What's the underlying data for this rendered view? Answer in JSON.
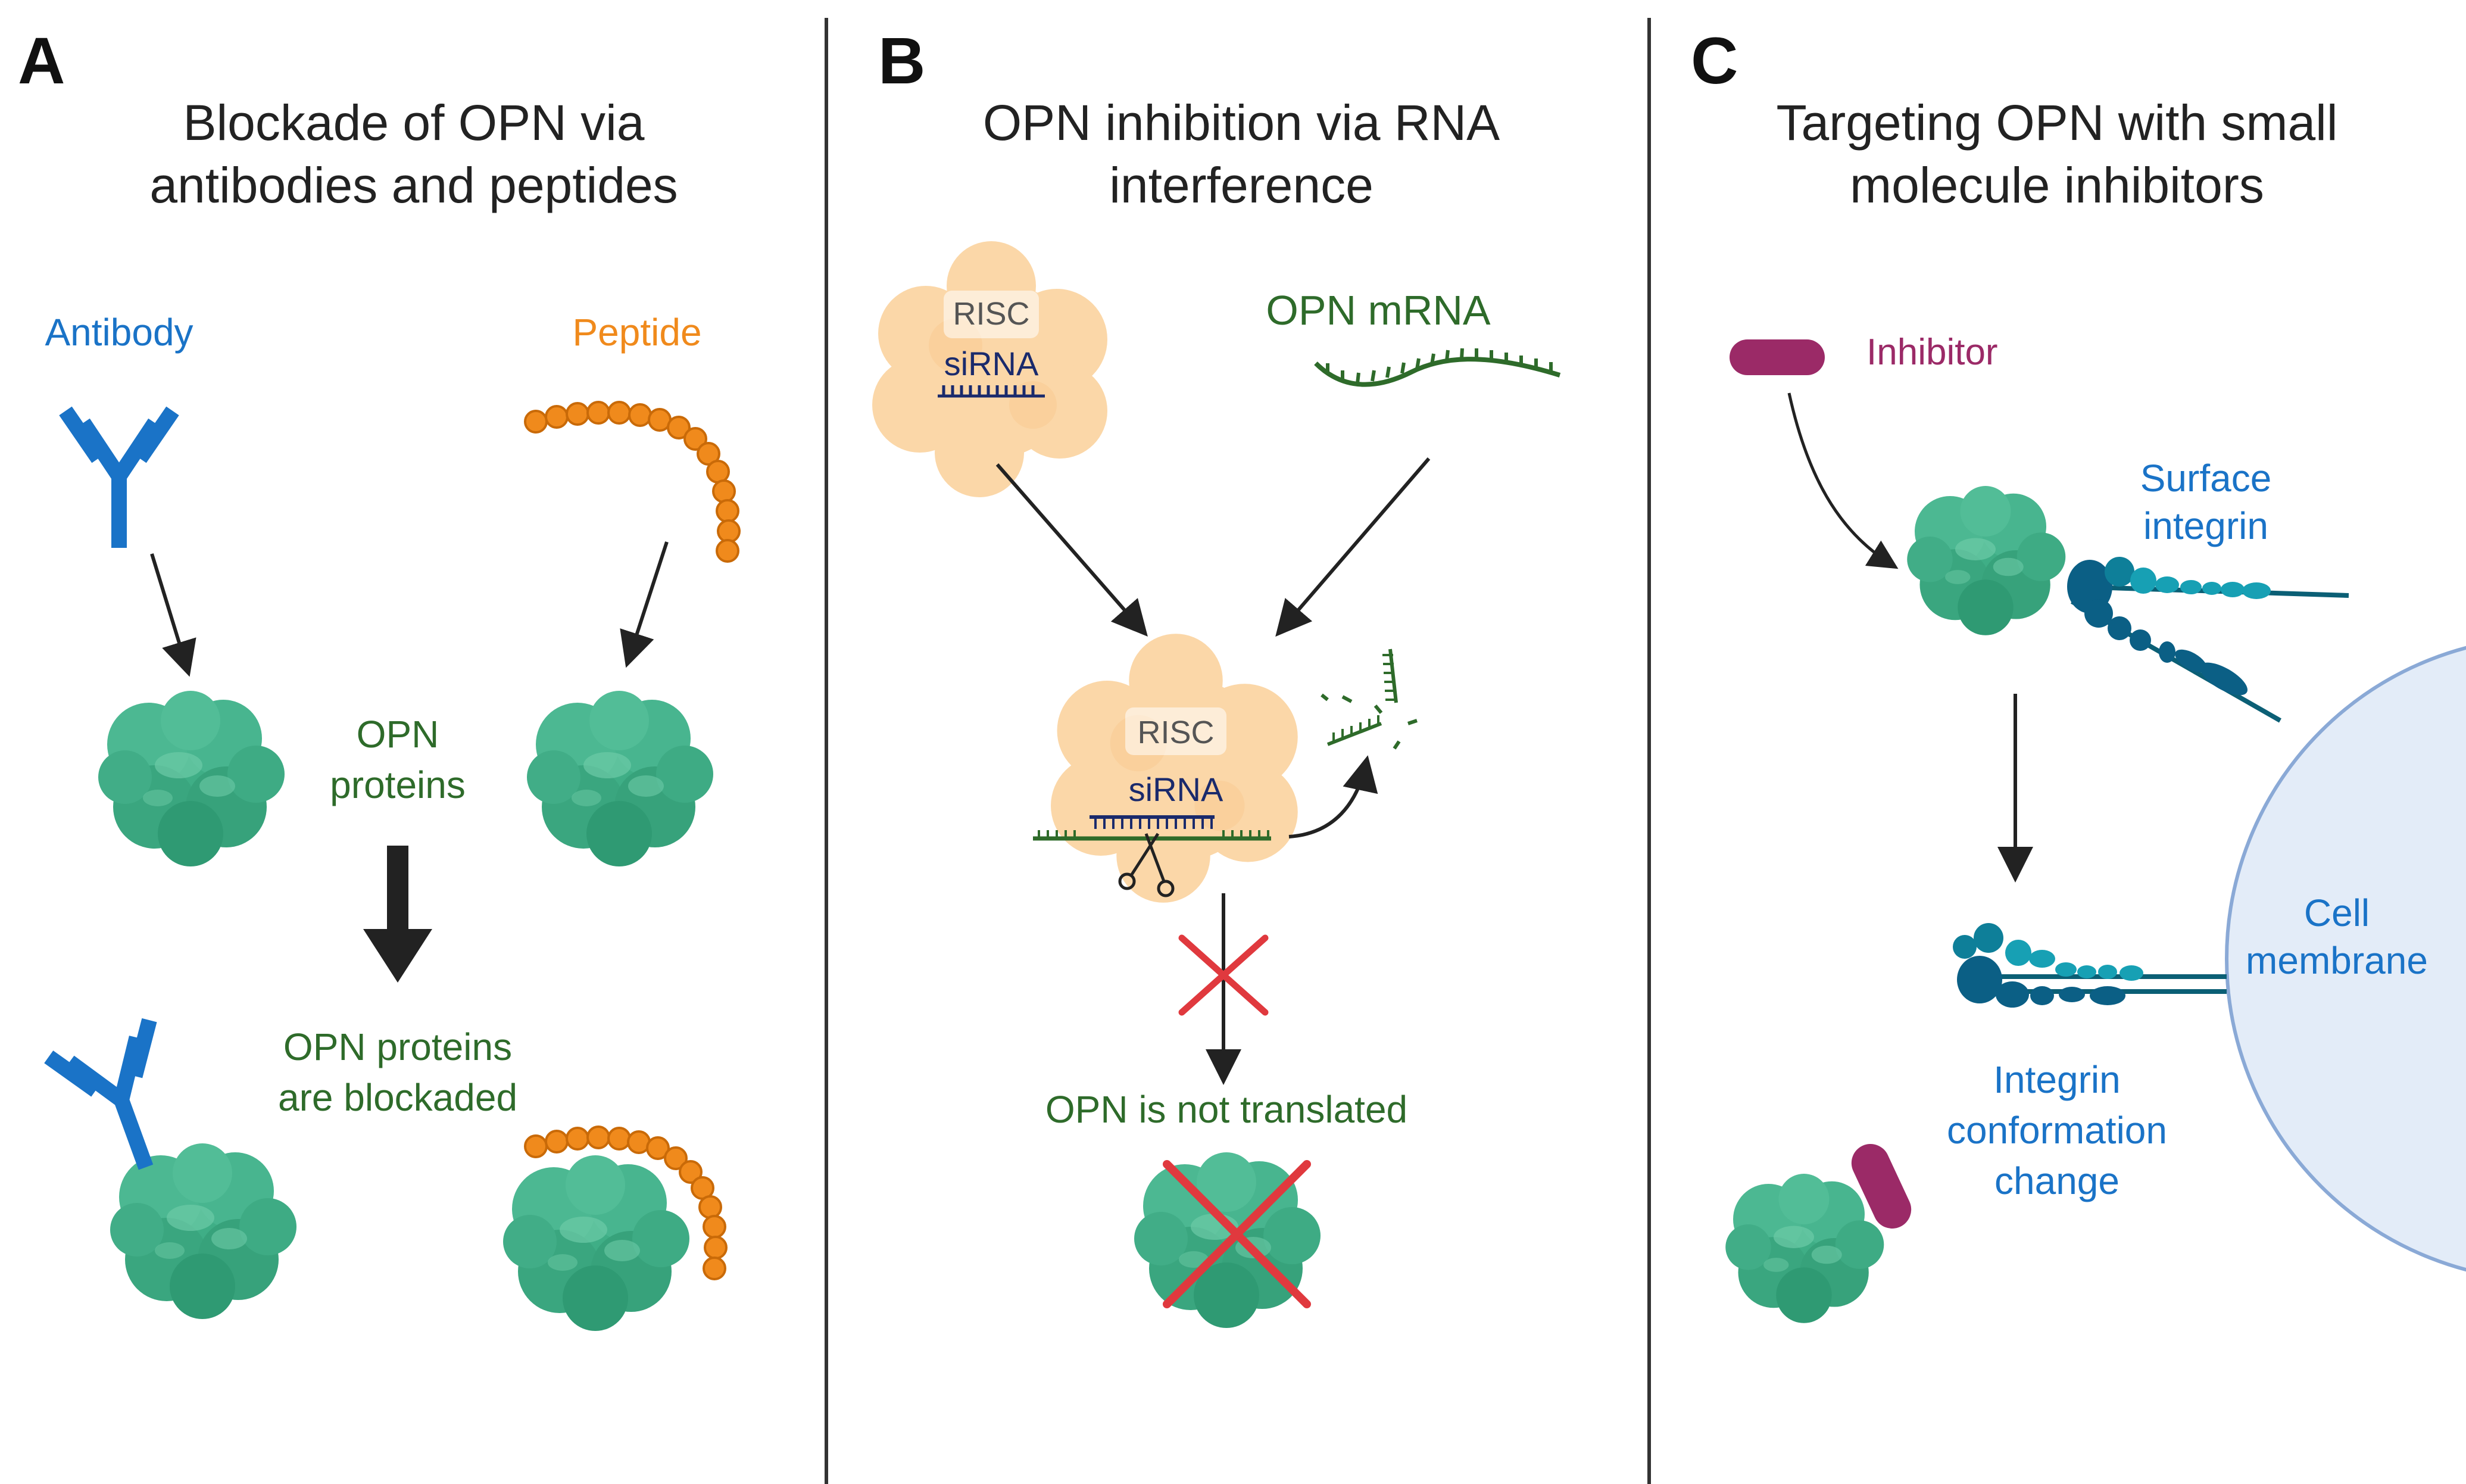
{
  "panels": {
    "a": {
      "letter": "A",
      "title_line1": "Blockade of OPN via",
      "title_line2": "antibodies and peptides",
      "antibody_label": "Antibody",
      "peptide_label": "Peptide",
      "proteins_line1": "OPN",
      "proteins_line2": "proteins",
      "blockaded_line1": "OPN proteins",
      "blockaded_line2": "are blockaded"
    },
    "b": {
      "letter": "B",
      "title_line1": "OPN inhibition via RNA",
      "title_line2": "interference",
      "risc_label": "RISC",
      "sirna_label": "siRNA",
      "mrna_label": "OPN mRNA",
      "risc_label_2": "RISC",
      "sirna_label_2": "siRNA",
      "not_translated": "OPN is not translated"
    },
    "c": {
      "letter": "C",
      "title_line1": "Targeting OPN with small",
      "title_line2": "molecule inhibitors",
      "inhibitor_label": "Inhibitor",
      "surface_line1": "Surface",
      "surface_line2": "integrin",
      "cell_line1": "Cell",
      "cell_line2": "membrane",
      "conf_line1": "Integrin",
      "conf_line2": "conformation",
      "conf_line3": "change"
    }
  },
  "colors": {
    "antibody": "#1a73c7",
    "peptide": "#f08a1c",
    "dark_green": "#2e6b2a",
    "protein": "#3fae86",
    "risc": "#fbd7a8",
    "inhibitor": "#9b2a67",
    "integrin": "#0e7f99",
    "cell": "#e3ecf8",
    "cross": "#e0393e"
  }
}
